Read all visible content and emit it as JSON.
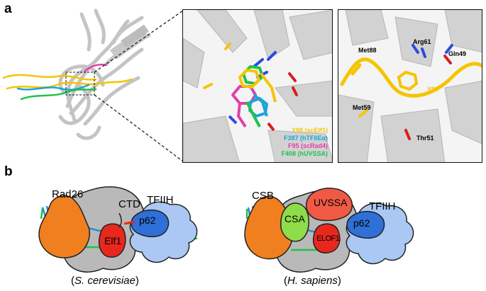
{
  "panel_a": {
    "letter": "a",
    "zoom1_labels": {
      "y99": "Y99 (scElf1)",
      "f387": "F387 (hTFIIEα)",
      "f95": "F95 (scRad4)",
      "f408": "F408 (hUVSSA)"
    },
    "zoom2_labels": {
      "met88": "Met88",
      "arg61": "Arg61",
      "gln49": "Gln49",
      "y99": "Y99",
      "met59": "Met59",
      "thr51": "Thr51"
    },
    "colors": {
      "y99": "#f5c400",
      "f387": "#1aa6d8",
      "f95": "#e040a8",
      "f408": "#1ec24a"
    }
  },
  "panel_b": {
    "letter": "b",
    "left": {
      "rad26": "Rad26",
      "ctd": "CTD",
      "tfiih": "TFIIH",
      "p62": "p62",
      "elf1": "Elf1",
      "caption_open": "(",
      "caption_species": "S. cerevisiae",
      "caption_close": ")"
    },
    "right": {
      "csb": "CSB",
      "csa": "CSA",
      "uvssa": "UVSSA",
      "tfiih": "TFIIH",
      "p62": "p62",
      "elof1": "ELOF1",
      "caption_open": "(",
      "caption_species": "H. sapiens",
      "caption_close": ")"
    },
    "colors": {
      "orange": "#f07f1f",
      "gray": "#b9b9b9",
      "red": "#e8281e",
      "light_blue": "#aac8f3",
      "dark_blue": "#2f6fd8",
      "green": "#8fdc4a",
      "coral": "#f05a45"
    }
  }
}
